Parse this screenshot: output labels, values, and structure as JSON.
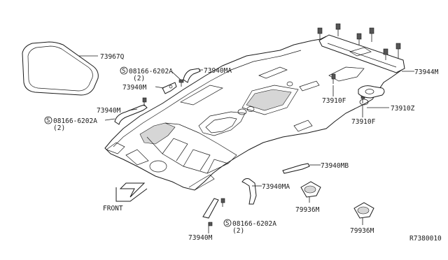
{
  "labels": {
    "sunroof_trim": "73967Q",
    "bolt_top": "08166-6202A",
    "bolt_top_qty": "(2)",
    "bolt_left": "08166-6202A",
    "bolt_left_qty": "(2)",
    "bolt_bottom": "08166-6202A",
    "bolt_bottom_qty": "(2)",
    "grip_top_right": "73940MA",
    "grip_m_upper": "73940M",
    "grip_m_left": "73940M",
    "grip_m_bottom": "73940M",
    "grip_mb": "73940MB",
    "grip_ma_lower": "73940MA",
    "rear_trim": "73944M",
    "clip_left": "73910F",
    "clip_right": "73910F",
    "clip_z": "73910Z",
    "lamp_upper": "79936M",
    "lamp_lower": "79936M",
    "front": "FRONT",
    "diagram_id": "R7380010",
    "screw_symbol": "S"
  }
}
